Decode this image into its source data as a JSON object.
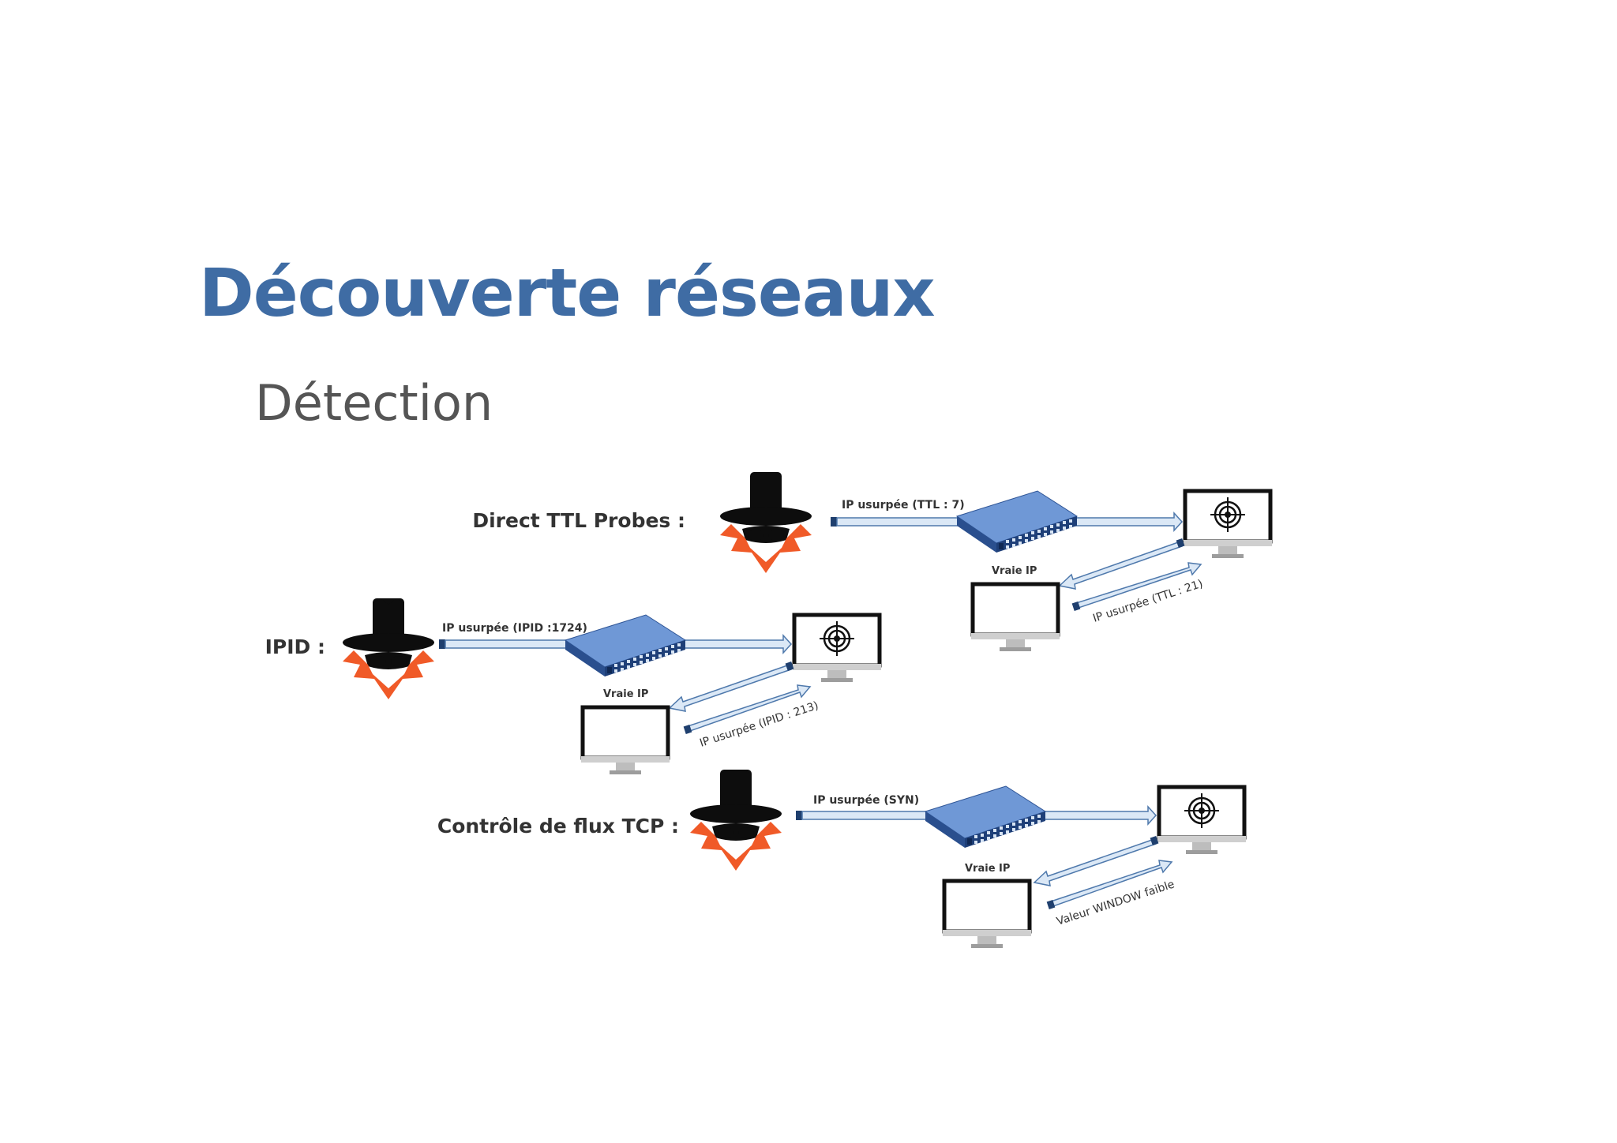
{
  "title": "Découverte réseaux",
  "subtitle": "Détection",
  "diagram": {
    "rows": [
      {
        "label": "Direct TTL Probes :",
        "probe": "IP usurpée (TTL : 7)",
        "real_ip": "Vraie IP",
        "response": "IP usurpée (TTL : 21)"
      },
      {
        "label": "IPID :",
        "probe": "IP usurpée (IPID :1724)",
        "real_ip": "Vraie IP",
        "response": "IP usurpée (IPID : 213)"
      },
      {
        "label": "Contrôle de flux TCP :",
        "probe": "IP usurpée (SYN)",
        "real_ip": "Vraie IP",
        "response": "Valeur WINDOW faible"
      }
    ],
    "icons": {
      "attacker": "spy-hacker-icon",
      "network": "network-switch-icon",
      "target": "target-monitor-icon",
      "host": "monitor-icon"
    },
    "colors": {
      "title": "#3f6ca4",
      "subtitle": "#555555",
      "arrow_fill": "#dbe8f6",
      "arrow_stroke": "#4f79ac",
      "arrow_tail": "#1f3f6e",
      "attacker_orange": "#f05a28",
      "switch_top": "#6c96d4",
      "switch_front": "#2f5596"
    }
  }
}
